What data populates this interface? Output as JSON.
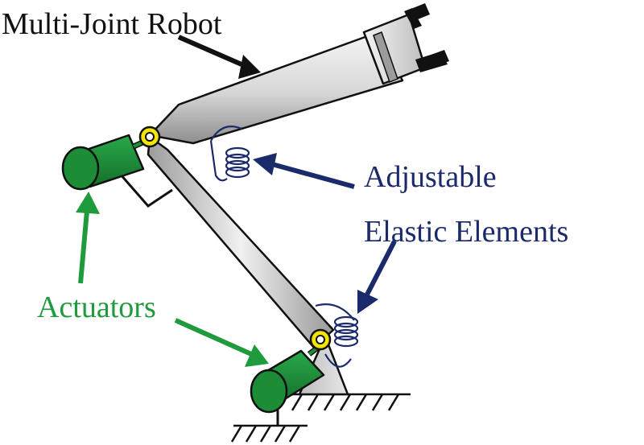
{
  "labels": {
    "robot": "Multi-Joint Robot",
    "elastic_line1": "Adjustable",
    "elastic_line2": "Elastic Elements",
    "actuators": "Actuators"
  },
  "colors": {
    "background": "#ffffff",
    "robot_label": "#111111",
    "elastic_label": "#1b2a6b",
    "actuator_label": "#1f9a3c",
    "actuator_body": "#1c8c36",
    "joint_ring": "#f2e600",
    "link_light": "#f2f2f2",
    "link_dark": "#9a9a9a",
    "spring": "#1b2a6b"
  }
}
